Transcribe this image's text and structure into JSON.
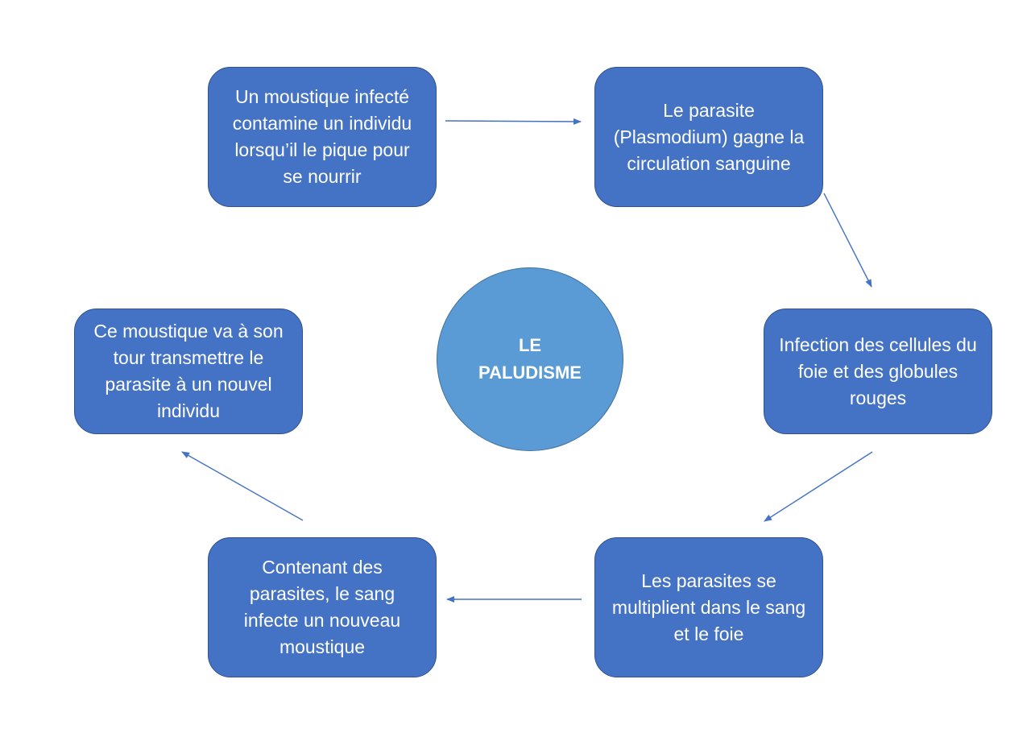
{
  "diagram": {
    "center": {
      "label": "LE PALUDISME",
      "color": "#5b9bd5"
    },
    "box_color": "#4472c4",
    "arrow_color": "#4472c4",
    "steps": [
      {
        "label": "Un moustique infecté contamine un individu lorsqu’il le pique pour se nourrir"
      },
      {
        "label": "Le parasite (Plasmodium) gagne la circulation sanguine"
      },
      {
        "label": "Infection des cellules du foie et des globules rouges"
      },
      {
        "label": "Les parasites se multiplient dans le sang et le foie"
      },
      {
        "label": "Contenant des parasites, le sang infecte un nouveau moustique"
      },
      {
        "label": "Ce moustique va à son tour transmettre le parasite à un nouvel individu"
      }
    ]
  }
}
